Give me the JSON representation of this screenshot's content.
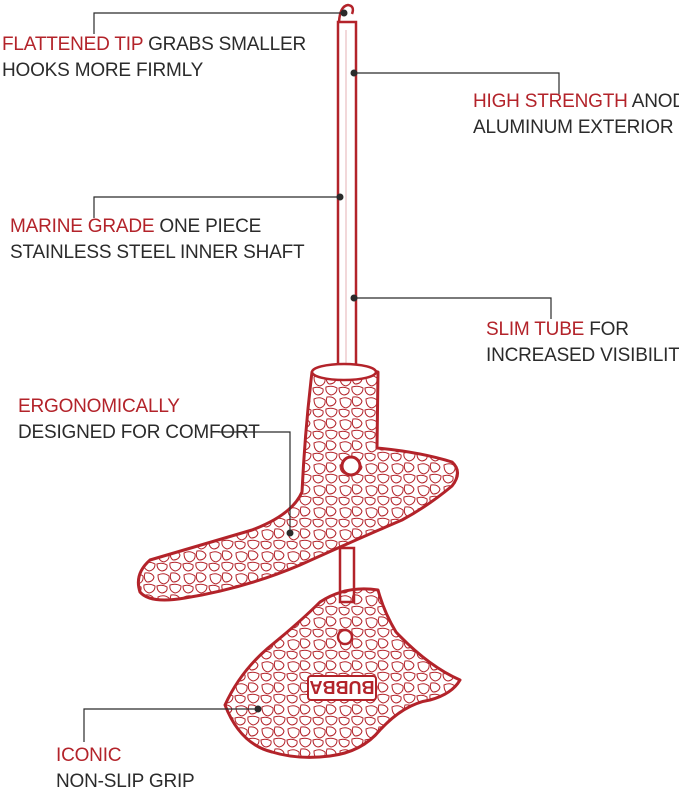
{
  "colors": {
    "accent": "#b3232a",
    "text": "#2b2b2b",
    "leader": "#2b2b2b",
    "background": "#ffffff"
  },
  "callouts": {
    "tip": {
      "highlight": "FLATTENED TIP",
      "rest": " GRABS SMALLER",
      "line2": "HOOKS MORE FIRMLY"
    },
    "alum": {
      "highlight": "HIGH STRENGTH",
      "rest": " ANODIZED",
      "line2": "ALUMINUM EXTERIOR"
    },
    "shaft": {
      "highlight": "MARINE GRADE",
      "rest": " ONE PIECE",
      "line2": "STAINLESS STEEL INNER SHAFT"
    },
    "tube": {
      "highlight": "SLIM TUBE",
      "rest": " FOR",
      "line2": "INCREASED VISIBILITY"
    },
    "ergo": {
      "highlight": "ERGONOMICALLY",
      "rest": "",
      "line2": "DESIGNED FOR COMFORT"
    },
    "grip": {
      "highlight": "ICONIC",
      "rest": "",
      "line2": "NON-SLIP GRIP"
    }
  },
  "product": {
    "brand_logo": "BUBBA"
  }
}
